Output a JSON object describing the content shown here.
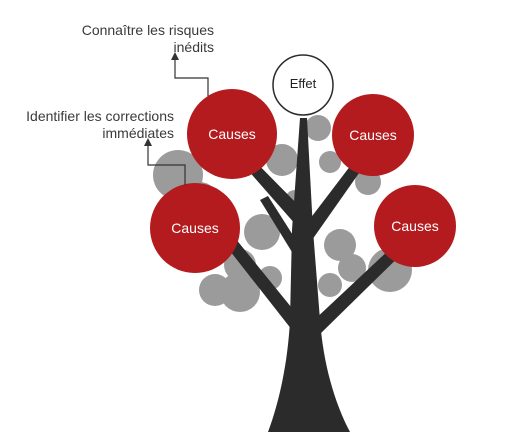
{
  "diagram": {
    "effect_label": "Effet",
    "cause_label": "Causes",
    "annotation_top": "Connaître les risques\ninédits",
    "annotation_left": "Identifier les corrections\nimmédiates",
    "colors": {
      "cause_fill": "#b31b1e",
      "trunk": "#2b2b2b",
      "foliage": "#8a8a8a",
      "connector": "#333333",
      "effect_stroke": "#2b2b2b"
    }
  }
}
